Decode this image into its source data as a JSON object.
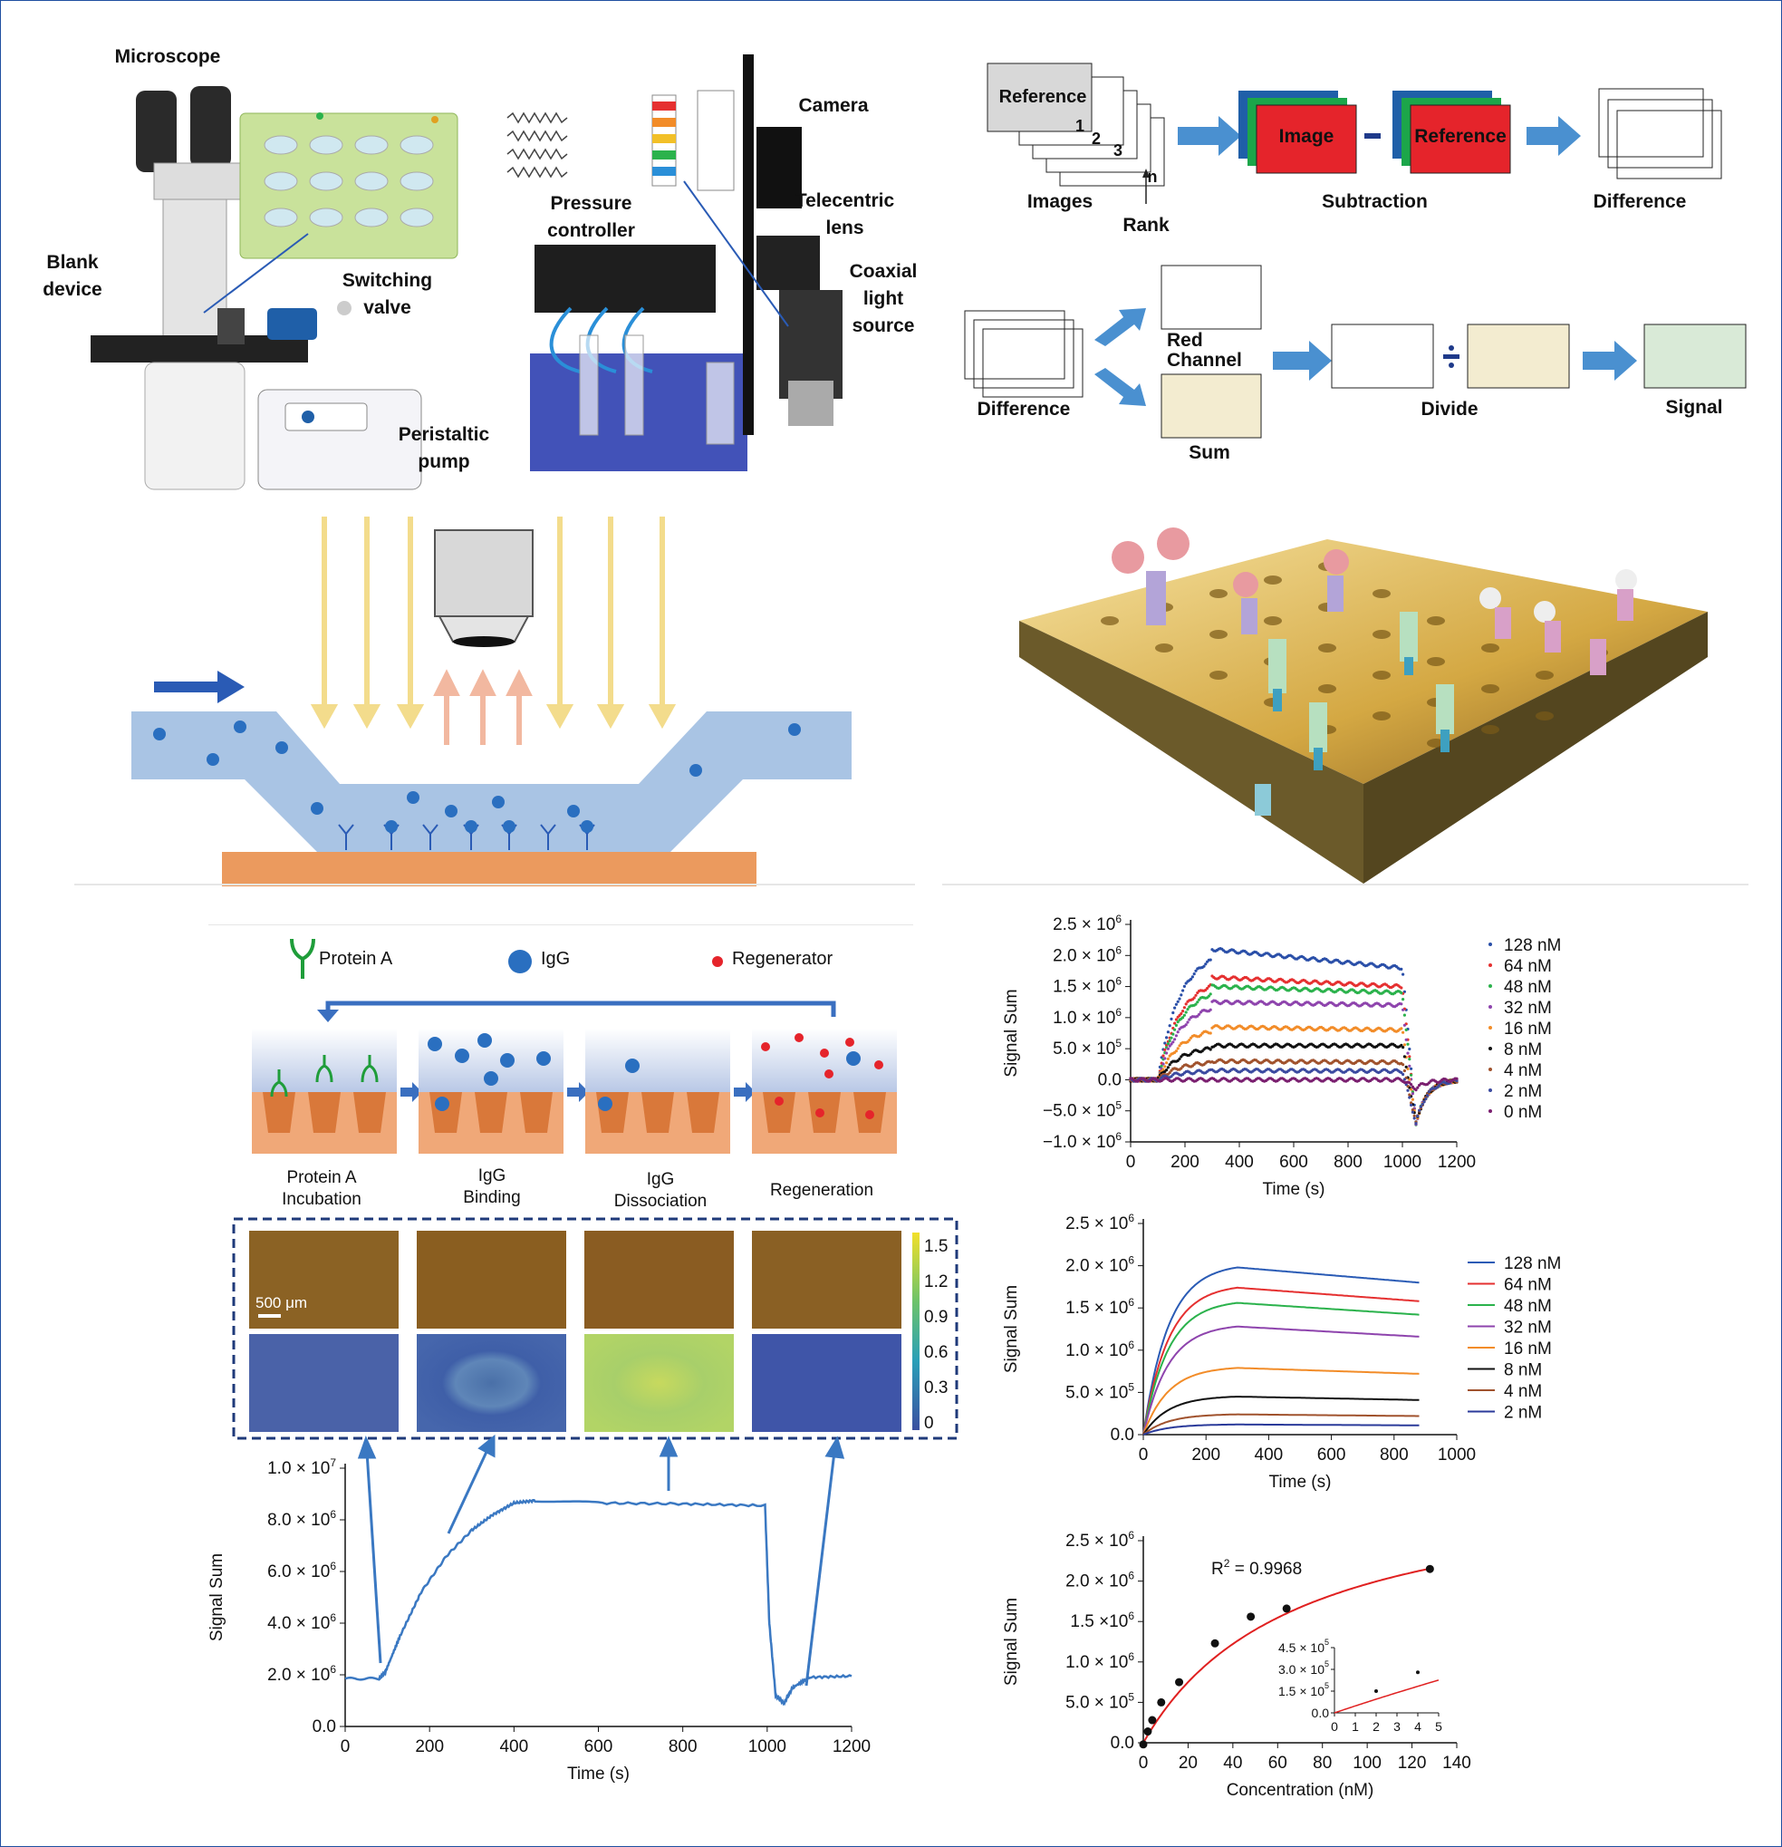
{
  "setup": {
    "microscope": "Microscope",
    "blank_device_1": "Blank",
    "blank_device_2": "device",
    "switching_valve_1": "Switching",
    "switching_valve_2": "valve",
    "peristaltic_pump_1": "Peristaltic",
    "peristaltic_pump_2": "pump",
    "camera": "Camera",
    "pressure_controller_1": "Pressure",
    "pressure_controller_2": "controller",
    "telecentric_lens_1": "Telecentric",
    "telecentric_lens_2": "lens",
    "coaxial_light_1": "Coaxial",
    "coaxial_light_2": "light",
    "coaxial_light_3": "source"
  },
  "processing": {
    "reference": "Reference",
    "stack_numbers": [
      "1",
      "2",
      "3",
      "n"
    ],
    "images": "Images",
    "rank": "Rank",
    "image_box": "Image",
    "minus": "-",
    "reference_box": "Reference",
    "subtraction": "Subtraction",
    "difference": "Difference",
    "difference_2": "Difference",
    "red_channel_1": "Red",
    "red_channel_2": "Channel",
    "sum": "Sum",
    "divide_sign": "÷",
    "divide": "Divide",
    "signal": "Signal",
    "colors": {
      "blue": "#1f5fa8",
      "green": "#1ca64a",
      "red": "#e5242b",
      "sum_fill": "#f3ecd0",
      "signal_fill": "#d9ead7",
      "arrow": "#4a90d0"
    }
  },
  "legend_top": {
    "protein_a": "Protein A",
    "igg": "IgG",
    "regenerator": "Regenerator"
  },
  "stages": [
    "Protein A\nIncubation",
    "IgG\nBinding",
    "IgG\nDissociation",
    "Regeneration"
  ],
  "stage_lines": [
    [
      "Protein A",
      "Incubation"
    ],
    [
      "IgG",
      "Binding"
    ],
    [
      "IgG",
      "Dissociation"
    ],
    [
      "Regeneration"
    ]
  ],
  "scale_bar": "500 μm",
  "colorbar": {
    "ticks": [
      "1.5",
      "1.2",
      "0.9",
      "0.6",
      "0.3",
      "0"
    ]
  },
  "chart_data": [
    {
      "type": "line",
      "id": "main-sensorgram",
      "xlabel": "Time (s)",
      "ylabel": "Signal Sum",
      "xlim": [
        0,
        1200
      ],
      "ylim": [
        0,
        10000000
      ],
      "xticks": [
        "0",
        "200",
        "400",
        "600",
        "800",
        "1000",
        "1200"
      ],
      "yticks": [
        "0.0",
        "2.0 × 10",
        "4.0 × 10",
        "6.0 × 10",
        "8.0 × 10",
        "1.0 × 10"
      ],
      "ytick_exps": [
        "",
        "6",
        "6",
        "6",
        "6",
        "7"
      ],
      "series": [
        {
          "color": "#3a78c2",
          "x": [
            0,
            80,
            95,
            130,
            180,
            240,
            300,
            350,
            400,
            450,
            600,
            800,
            995,
            1005,
            1020,
            1040,
            1060,
            1100,
            1200
          ],
          "y": [
            1850000,
            1850000,
            2100000,
            3500000,
            5200000,
            6600000,
            7600000,
            8200000,
            8650000,
            8750000,
            8650000,
            8620000,
            8550000,
            4000000,
            1200000,
            900000,
            1500000,
            1900000,
            1950000
          ]
        }
      ],
      "grid": false
    },
    {
      "type": "scatter",
      "id": "experimental-kinetics",
      "xlabel": "Time (s)",
      "ylabel": "Signal Sum",
      "xlim": [
        0,
        1200
      ],
      "ylim": [
        -1000000,
        2500000
      ],
      "xticks": [
        "0",
        "200",
        "400",
        "600",
        "800",
        "1000",
        "1200"
      ],
      "yticks": [
        "−1.0 × 10",
        "−5.0 × 10",
        "0.0",
        "5.0 × 10",
        "1.0 × 10",
        "1.5 × 10",
        "2.0 × 10",
        "2.5 × 10"
      ],
      "ytick_exps": [
        "6",
        "5",
        "",
        "5",
        "6",
        "6",
        "6",
        "6"
      ],
      "series": [
        {
          "name": "128 nM",
          "color": "#2a4fa8",
          "plateau": 2100000,
          "end": 1800000
        },
        {
          "name": "64 nM",
          "color": "#e53030",
          "plateau": 1650000,
          "end": 1500000
        },
        {
          "name": "48 nM",
          "color": "#2bb24c",
          "plateau": 1500000,
          "end": 1400000
        },
        {
          "name": "32 nM",
          "color": "#8e44ad",
          "plateau": 1250000,
          "end": 1200000
        },
        {
          "name": "16 nM",
          "color": "#f28c28",
          "plateau": 850000,
          "end": 800000
        },
        {
          "name": "8 nM",
          "color": "#111111",
          "plateau": 550000,
          "end": 550000
        },
        {
          "name": "4 nM",
          "color": "#a0522d",
          "plateau": 300000,
          "end": 280000
        },
        {
          "name": "2 nM",
          "color": "#3b4aa0",
          "plateau": 150000,
          "end": 140000
        },
        {
          "name": "0 nM",
          "color": "#7a1f6f",
          "plateau": 0,
          "end": 0
        }
      ],
      "legend": "right",
      "grid": false
    },
    {
      "type": "line",
      "id": "fitted-kinetics",
      "xlabel": "Time (s)",
      "ylabel": "Signal Sum",
      "xlim": [
        0,
        1000
      ],
      "ylim": [
        0,
        2500000
      ],
      "xticks": [
        "0",
        "200",
        "400",
        "600",
        "800",
        "1000"
      ],
      "yticks": [
        "0.0",
        "5.0 × 10",
        "1.0 × 10",
        "1.5 × 10",
        "2.0 × 10",
        "2.5 × 10"
      ],
      "ytick_exps": [
        "",
        "5",
        "6",
        "6",
        "6",
        "6"
      ],
      "series": [
        {
          "name": "128 nM",
          "color": "#2a5bb5",
          "peak": 1980000,
          "end": 1800000
        },
        {
          "name": "64 nM",
          "color": "#e53030",
          "peak": 1740000,
          "end": 1580000
        },
        {
          "name": "48 nM",
          "color": "#2bb24c",
          "peak": 1560000,
          "end": 1420000
        },
        {
          "name": "32 nM",
          "color": "#8e44ad",
          "peak": 1280000,
          "end": 1160000
        },
        {
          "name": "16 nM",
          "color": "#f28c28",
          "peak": 790000,
          "end": 720000
        },
        {
          "name": "8 nM",
          "color": "#111111",
          "peak": 450000,
          "end": 410000
        },
        {
          "name": "4 nM",
          "color": "#a0522d",
          "peak": 240000,
          "end": 220000
        },
        {
          "name": "2 nM",
          "color": "#2a3a9a",
          "peak": 120000,
          "end": 110000
        }
      ],
      "legend": "right",
      "grid": false
    },
    {
      "type": "scatter",
      "id": "concentration-fit",
      "xlabel": "Concentration (nM)",
      "ylabel": "Signal Sum",
      "xlim": [
        0,
        140
      ],
      "ylim": [
        0,
        2500000
      ],
      "xticks": [
        "0",
        "20",
        "40",
        "60",
        "80",
        "100",
        "120",
        "140"
      ],
      "yticks": [
        "0.0",
        "5.0 × 10",
        "1.0 × 10",
        "1.5 ×10",
        "2.0 × 10",
        "2.5 × 10"
      ],
      "ytick_exps": [
        "",
        "5",
        "6",
        "6",
        "6",
        "6"
      ],
      "annotation": "R² = 0.9968",
      "annotation_base": "R",
      "annotation_sup": "2",
      "annotation_rest": " = 0.9968",
      "points": [
        [
          0,
          -20000
        ],
        [
          2,
          140000
        ],
        [
          4,
          280000
        ],
        [
          8,
          500000
        ],
        [
          16,
          750000
        ],
        [
          32,
          1230000
        ],
        [
          48,
          1560000
        ],
        [
          64,
          1660000
        ],
        [
          128,
          2150000
        ]
      ],
      "fit_color": "#e02020",
      "inset": {
        "xlim": [
          0,
          5
        ],
        "ylim": [
          0,
          450000
        ],
        "xticks": [
          "0",
          "1",
          "2",
          "3",
          "4",
          "5"
        ],
        "yticks": [
          "0.0",
          "1.5 × 10",
          "3.0 × 10",
          "4.5 × 10"
        ],
        "ytick_exps": [
          "",
          "5",
          "5",
          "5"
        ],
        "points": [
          [
            2,
            150000
          ],
          [
            4,
            280000
          ]
        ]
      },
      "grid": false
    }
  ]
}
